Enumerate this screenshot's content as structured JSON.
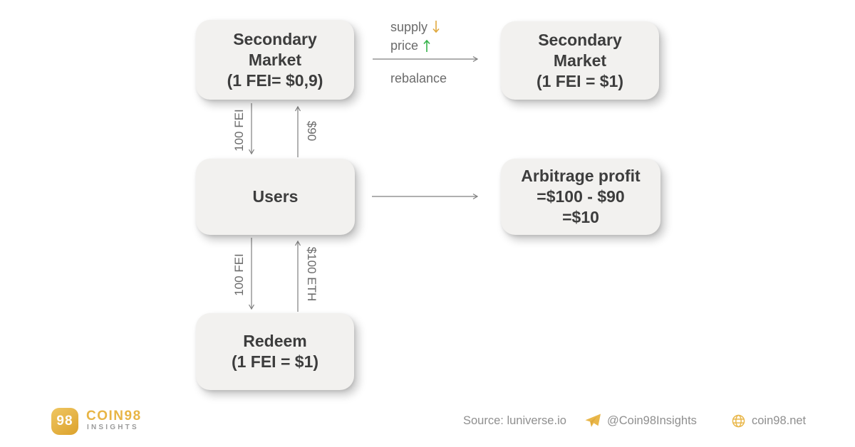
{
  "diagram": {
    "box_secondary_low": {
      "line1": "Secondary",
      "line2": "Market",
      "line3": "(1 FEI= $0,9)"
    },
    "box_secondary_par": {
      "line1": "Secondary",
      "line2": "Market",
      "line3": "(1 FEI = $1)"
    },
    "box_users": {
      "label": "Users"
    },
    "box_arbitrage": {
      "line1": "Arbitrage profit",
      "line2": "=$100 - $90",
      "line3": "=$10"
    },
    "box_redeem": {
      "line1": "Redeem",
      "line2": "(1 FEI = $1)"
    },
    "labels": {
      "supply": "supply",
      "price": "price",
      "rebalance": "rebalance",
      "fei_to_users": "100 FEI",
      "usd_to_market": "$90",
      "fei_to_redeem": "100 FEI",
      "eth_to_users": "$100 ETH"
    },
    "colors": {
      "supply_arrow": "#dfa83e",
      "price_arrow": "#35b34a",
      "box_background": "#f2f1ef",
      "box_text": "#3d3d3d",
      "label_text": "#6b6b6b",
      "connector_line": "#7f7f7f",
      "brand_gold": "#e8b545"
    }
  },
  "footer": {
    "logo_badge": "98",
    "brand_name": "COIN98",
    "brand_sub": "INSIGHTS",
    "source": "Source: luniverse.io",
    "telegram_handle": "@Coin98Insights",
    "website": "coin98.net"
  }
}
